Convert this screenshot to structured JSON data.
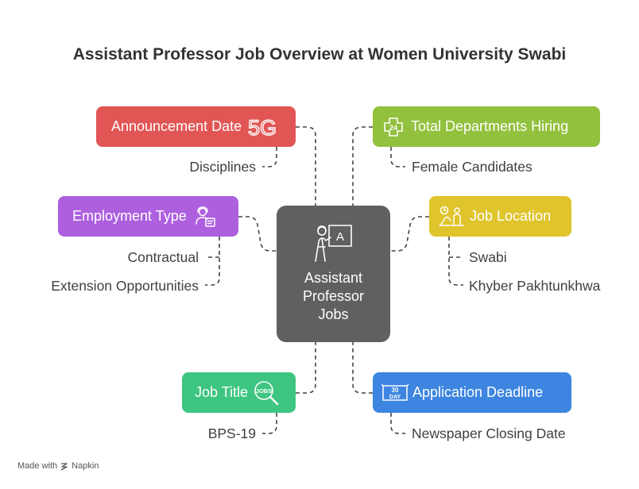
{
  "title": "Assistant Professor Job Overview at Women University Swabi",
  "center": {
    "lines": [
      "Assistant",
      "Professor",
      "Jobs"
    ],
    "icon": "teacher-board-icon"
  },
  "nodes": {
    "announcement": {
      "label": "Announcement Date",
      "color": "#e25555",
      "icon": "5g-icon",
      "subs": [
        "Disciplines"
      ]
    },
    "employment": {
      "label": "Employment Type",
      "color": "#ad5fde",
      "icon": "support-agent-icon",
      "subs": [
        "Contractual",
        "Extension Opportunities"
      ]
    },
    "job_title": {
      "label": "Job Title",
      "color": "#3ec581",
      "icon": "jobs-search-icon",
      "subs": [
        "BPS-19"
      ]
    },
    "departments": {
      "label": "Total Departments Hiring",
      "color": "#92c13e",
      "icon": "24-hours-icon",
      "subs": [
        "Female Candidates"
      ]
    },
    "location": {
      "label": "Job Location",
      "color": "#dfc42c",
      "icon": "people-clock-icon",
      "subs": [
        "Swabi",
        "Khyber Pakhtunkhwa"
      ]
    },
    "deadline": {
      "label": "Application Deadline",
      "color": "#3d85e0",
      "icon": "30-day-icon",
      "subs": [
        "Newspaper Closing Date"
      ]
    }
  },
  "icon_text": {
    "5g": "5G",
    "board_letter": "A",
    "jobs": "JOBS",
    "h24": "24",
    "day_30": "30",
    "day_label": "DAY"
  },
  "footer": {
    "made_with": "Made with",
    "brand": "Napkin"
  }
}
